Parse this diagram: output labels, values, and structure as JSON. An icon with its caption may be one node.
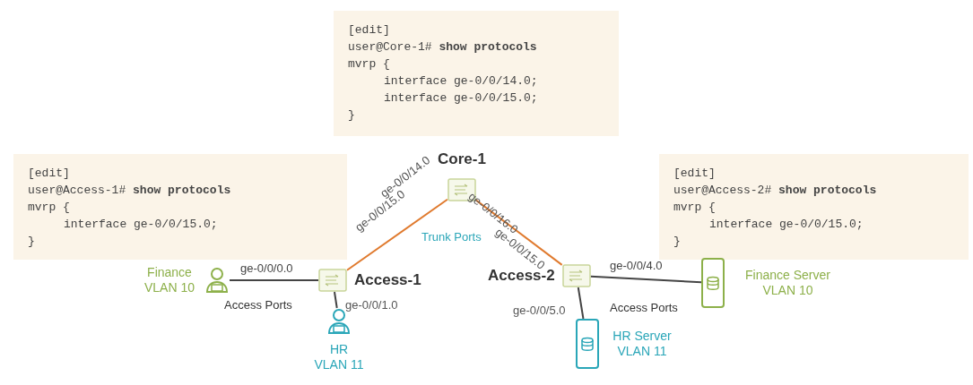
{
  "diagram": {
    "nodes": [
      {
        "text": [
          "[edit]",
          "user@Core-1# **show protocols**",
          "mvrp {",
          "interface ge-0/0/14.0;",
          "interface ge-0/0/15.0;",
          "}"
        ]
      },
      {
        "text": [
          "[edit]",
          "user@Access-1# **show protocols**",
          "mvrp {",
          "interface ge-0/0/15.0;",
          "}"
        ]
      },
      {
        "text": [
          "[edit]",
          "user@Access-2# **show protocols**",
          "mvrp {",
          "interface ge-0/0/15.0;",
          "}"
        ]
      },
      {
        "text": [
          "Core-1"
        ]
      },
      {
        "text": [
          "Access-1"
        ]
      },
      {
        "text": [
          "Access-2"
        ]
      },
      {
        "text": [
          "Finance VLAN 10"
        ]
      },
      {
        "text": [
          "HR VLAN 11"
        ]
      },
      {
        "text": [
          "Finance Server VLAN 10"
        ]
      },
      {
        "text": [
          "HR Server VLAN 11"
        ]
      }
    ],
    "edges": [
      {
        "from": 3,
        "to": 4,
        "arrow": "none",
        "color": "#e07a2e"
      },
      {
        "from": 3,
        "to": 5,
        "arrow": "none",
        "color": "#e07a2e"
      },
      {
        "from": 6,
        "to": 4,
        "arrow": "none"
      },
      {
        "from": 4,
        "to": 7,
        "arrow": "none"
      },
      {
        "from": 5,
        "to": 8,
        "arrow": "none"
      },
      {
        "from": 5,
        "to": 9,
        "arrow": "none"
      }
    ],
    "labels": [
      "ge-0/0/14.0",
      "ge-0/0/16.0",
      "ge-0/0/15.0",
      "ge-0/0/15.0",
      "Trunk Ports",
      "ge-0/0/0.0",
      "ge-0/0/1.0",
      "Access Ports",
      "ge-0/0/4.0",
      "ge-0/0/5.0",
      "Access Ports"
    ]
  }
}
